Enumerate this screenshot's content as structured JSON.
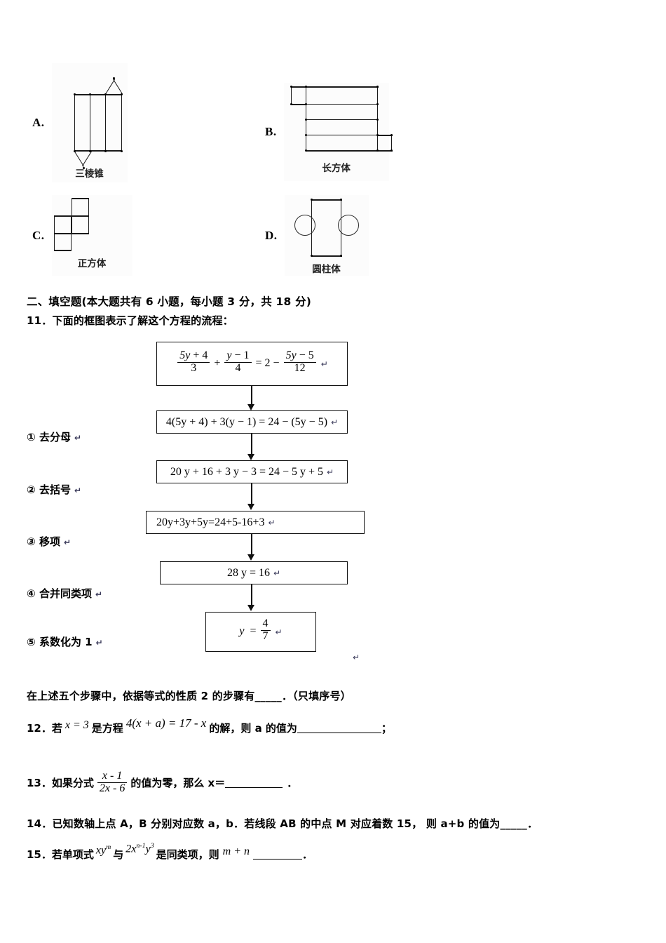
{
  "document": {
    "language": "zh-CN",
    "page_background": "#ffffff",
    "ink_color": "#000000"
  },
  "multiple_choice": {
    "options": [
      {
        "label": "A.",
        "caption": "三棱锥",
        "net_type": "triangular-prism-net"
      },
      {
        "label": "B.",
        "caption": "长方体",
        "net_type": "rectangular-prism-net"
      },
      {
        "label": "C.",
        "caption": "正方体",
        "net_type": "cube-net"
      },
      {
        "label": "D.",
        "caption": "圆柱体",
        "net_type": "cylinder-net"
      }
    ]
  },
  "section": {
    "heading": "二、填空题(本大题共有 6 小题，每小题 3 分，共 18 分)",
    "q11_stem": "11．下面的框图表示了解这个方程的流程："
  },
  "flowchart": {
    "boxes": [
      {
        "id": "box1",
        "align": "center",
        "content_type": "fraction-equation",
        "parts": {
          "frac1_num": "5y + 4",
          "frac1_den": "3",
          "plus": "+",
          "frac2_num": "y − 1",
          "frac2_den": "4",
          "equals": "=",
          "two": "2",
          "minus": "−",
          "frac3_num": "5y − 5",
          "frac3_den": "12"
        },
        "plain_text": "(5y+4)/3 + (y-1)/4 = 2 - (5y-5)/12",
        "pilcrow": "↵"
      },
      {
        "id": "box2",
        "align": "center",
        "content_type": "plain",
        "text": "4(5y + 4) + 3(y − 1) = 24 − (5y − 5)",
        "pilcrow": "↵"
      },
      {
        "id": "box3",
        "align": "center",
        "content_type": "plain",
        "text": "20 y + 16 + 3 y − 3 = 24 − 5 y + 5",
        "pilcrow": "↵"
      },
      {
        "id": "box4",
        "align": "left",
        "content_type": "plain",
        "text": "20y+3y+5y=24+5-16+3",
        "pilcrow": "↵"
      },
      {
        "id": "box5",
        "align": "center",
        "content_type": "plain",
        "text": "28 y = 16",
        "pilcrow": "↵"
      },
      {
        "id": "box6",
        "align": "center",
        "content_type": "fraction-equation",
        "parts": {
          "lhs": "y  =",
          "frac_num": "4",
          "frac_den": "7"
        },
        "plain_text": "y = 4/7",
        "pilcrow": "↵"
      }
    ],
    "steps": [
      {
        "marker": "①",
        "label": "去分母",
        "pilcrow": "↵"
      },
      {
        "marker": "②",
        "label": "去括号",
        "pilcrow": "↵"
      },
      {
        "marker": "③",
        "label": "移项",
        "pilcrow": "↵"
      },
      {
        "marker": "④",
        "label": "合并同类项",
        "pilcrow": "↵"
      },
      {
        "marker": "⑤",
        "label": "系数化为 1",
        "pilcrow": "↵"
      }
    ],
    "trailing_pilcrow": "↵"
  },
  "questions": {
    "q11_followup": "在上述五个步骤中，依据等式的性质 2 的步骤有_____．（只填序号）",
    "q12": {
      "number": "12．",
      "before": "若",
      "given": "x = 3",
      "mid": "是方程",
      "equation": "4(x + a) = 17 - x",
      "after": "的解，则 a 的值为",
      "trailing": "；"
    },
    "q13": {
      "number": "13．",
      "before": "如果分式",
      "frac_num": "x - 1",
      "frac_den": "2x - 6",
      "after": "的值为零，那么 x＝",
      "trailing": "．"
    },
    "q14": {
      "text": "14．已知数轴上点 A，B 分别对应数 a，b．若线段 AB 的中点 M 对应着数 15， 则 a+b 的值为_____．"
    },
    "q15": {
      "number": "15．",
      "before": "若单项式",
      "mono1_base": "xy",
      "mono1_exp": "m",
      "mid": "与",
      "mono2_lead": "2x",
      "mono2_exp1": "n-1",
      "mono2_var": "y",
      "mono2_exp2": "3",
      "after": "是同类项，则",
      "expr": "m + n",
      "trailing": "．"
    }
  }
}
